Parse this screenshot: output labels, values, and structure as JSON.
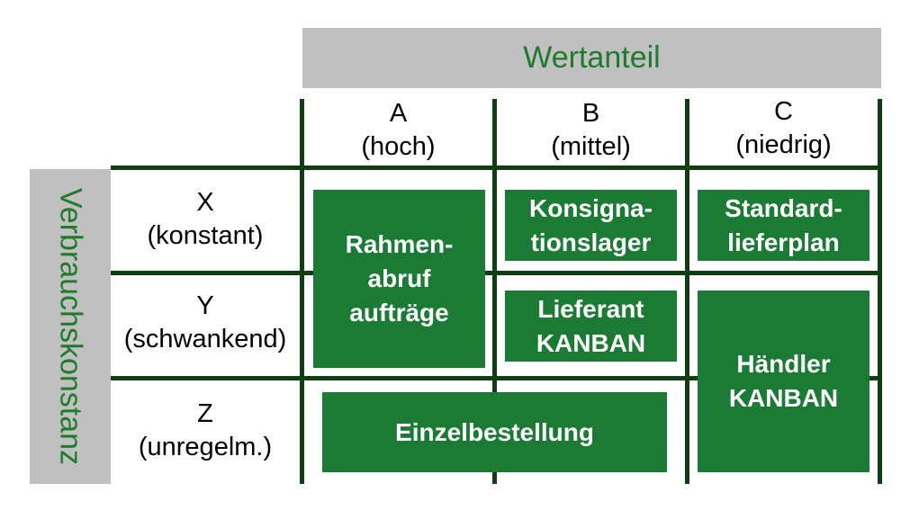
{
  "header": {
    "title": "Wertanteil"
  },
  "side": {
    "title": "Verbrauchskonstanz"
  },
  "columns": [
    {
      "letter": "A",
      "desc": "(hoch)"
    },
    {
      "letter": "B",
      "desc": "(mittel)"
    },
    {
      "letter": "C",
      "desc": "(niedrig)"
    }
  ],
  "rows": [
    {
      "letter": "X",
      "desc": "(konstant)"
    },
    {
      "letter": "Y",
      "desc": "(schwankend)"
    },
    {
      "letter": "Z",
      "desc": "(unregelm.)"
    }
  ],
  "boxes": {
    "rahmen": [
      "Rahmen-",
      "abruf",
      "aufträge"
    ],
    "konsignation": [
      "Konsigna-",
      "tionslager"
    ],
    "standard": [
      "Standard-",
      "lieferplan"
    ],
    "lieferant": [
      "Lieferant",
      "KANBAN"
    ],
    "haendler": [
      "Händler",
      "KANBAN"
    ],
    "einzel": [
      "Einzelbestellung"
    ]
  },
  "colors": {
    "box_green": "#1b7a33",
    "line_dark_green": "#113d12",
    "header_gray": "#c0c0c0",
    "header_text_green": "#1f7a2c"
  }
}
